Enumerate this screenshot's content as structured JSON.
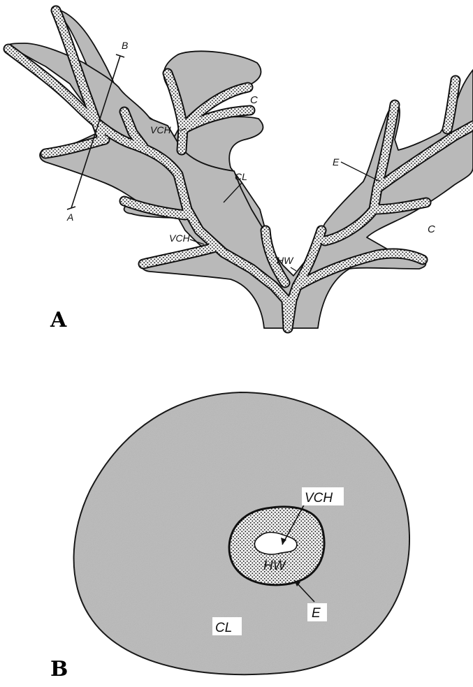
{
  "panel_a": {
    "panel_letter": "A",
    "labels": {
      "c_upper": "C",
      "c_right": "C",
      "cl": "CL",
      "vch_upper": "VCH",
      "vch_lower": "VCH",
      "hw": "HW",
      "e": "E"
    },
    "section_line": {
      "start_label": "A",
      "end_label": "B"
    }
  },
  "panel_b": {
    "panel_letter": "B",
    "labels": {
      "vch": "VCH",
      "hw": "HW",
      "e": "E",
      "cl": "CL"
    }
  },
  "colors": {
    "tissue_fill": "#b9b9b9",
    "outline": "#111111",
    "stipple_background": "#f2f2f2",
    "stipple_dot": "#1a1a1a"
  }
}
